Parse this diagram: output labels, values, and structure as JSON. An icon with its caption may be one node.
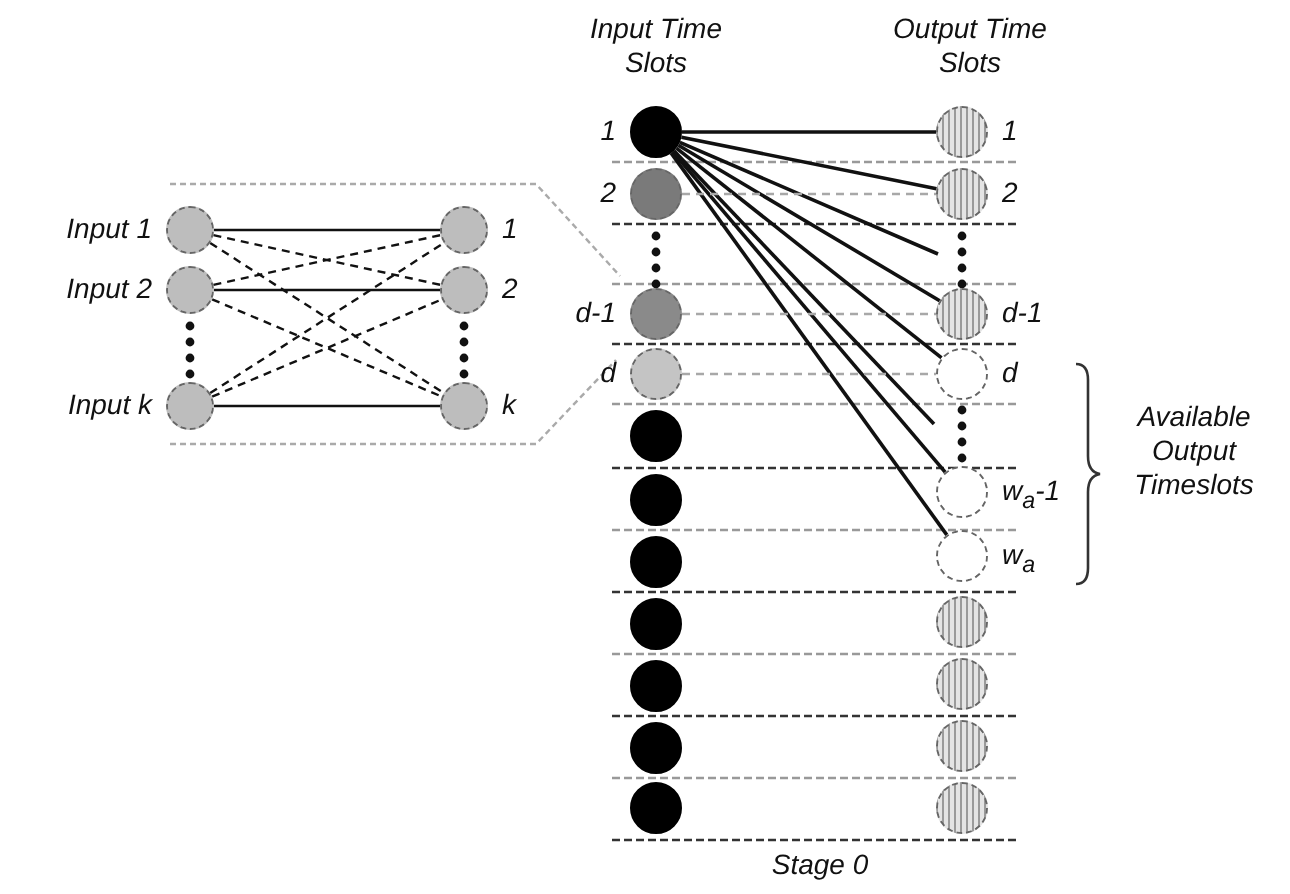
{
  "diagram": {
    "nodes": [
      {
        "text": [],
        "shape": "circle",
        "beside": [
          "Input 1"
        ]
      },
      {
        "text": [],
        "shape": "circle",
        "beside": [
          "Input 2"
        ]
      },
      {
        "text": [],
        "shape": "circle",
        "beside": [
          "Input k"
        ]
      },
      {
        "text": [],
        "shape": "circle",
        "beside": [
          "1"
        ]
      },
      {
        "text": [],
        "shape": "circle",
        "beside": [
          "2"
        ]
      },
      {
        "text": [],
        "shape": "circle",
        "beside": [
          "k"
        ]
      },
      {
        "text": [],
        "shape": "circle",
        "beside": [
          "1"
        ]
      },
      {
        "text": [],
        "shape": "circle",
        "beside": [
          "2"
        ]
      },
      {
        "text": [],
        "shape": "circle",
        "beside": [
          "d-1"
        ]
      },
      {
        "text": [],
        "shape": "circle",
        "beside": [
          "d"
        ]
      },
      {
        "text": [],
        "shape": "circle"
      },
      {
        "text": [],
        "shape": "circle"
      },
      {
        "text": [],
        "shape": "circle"
      },
      {
        "text": [],
        "shape": "circle"
      },
      {
        "text": [],
        "shape": "circle"
      },
      {
        "text": [],
        "shape": "circle"
      },
      {
        "text": [],
        "shape": "circle"
      },
      {
        "text": [],
        "shape": "circle",
        "beside": [
          "1"
        ]
      },
      {
        "text": [],
        "shape": "circle",
        "beside": [
          "2"
        ]
      },
      {
        "text": [],
        "shape": "circle",
        "beside": [
          "d-1"
        ]
      },
      {
        "text": [],
        "shape": "circle",
        "beside": [
          "d"
        ]
      },
      {
        "text": [],
        "shape": "circle",
        "beside": [
          "w$_{a}$-1"
        ]
      },
      {
        "text": [],
        "shape": "circle",
        "beside": [
          "w$_{a}$"
        ]
      },
      {
        "text": [],
        "shape": "circle"
      },
      {
        "text": [],
        "shape": "circle"
      },
      {
        "text": [],
        "shape": "circle"
      },
      {
        "text": [],
        "shape": "circle"
      }
    ],
    "edges": [
      {
        "from": 0,
        "to": 3,
        "arrow": "none"
      },
      {
        "from": 0,
        "to": 4,
        "arrow": "none",
        "style": "dashed"
      },
      {
        "from": 0,
        "to": 5,
        "arrow": "none",
        "style": "dashed"
      },
      {
        "from": 1,
        "to": 3,
        "arrow": "none",
        "style": "dashed"
      },
      {
        "from": 1,
        "to": 4,
        "arrow": "none"
      },
      {
        "from": 1,
        "to": 5,
        "arrow": "none",
        "style": "dashed"
      },
      {
        "from": 2,
        "to": 3,
        "arrow": "none",
        "style": "dashed"
      },
      {
        "from": 2,
        "to": 4,
        "arrow": "none",
        "style": "dashed"
      },
      {
        "from": 2,
        "to": 5,
        "arrow": "none"
      },
      {
        "from": 6,
        "to": 17,
        "arrow": "none"
      },
      {
        "from": 6,
        "to": 18,
        "arrow": "none"
      },
      {
        "from": 6,
        "to": null,
        "arrow": "none"
      },
      {
        "from": 6,
        "to": 19,
        "arrow": "none"
      },
      {
        "from": 6,
        "to": 20,
        "arrow": "none"
      },
      {
        "from": 6,
        "to": null,
        "arrow": "none"
      },
      {
        "from": 6,
        "to": 21,
        "arrow": "none"
      },
      {
        "from": 6,
        "to": 22,
        "arrow": "none"
      },
      {
        "from": 7,
        "to": 18,
        "arrow": "none",
        "style": "dashed",
        "color": "#a8a8a8"
      },
      {
        "from": 8,
        "to": 19,
        "arrow": "none",
        "style": "dashed",
        "color": "#a8a8a8"
      },
      {
        "from": 9,
        "to": 20,
        "arrow": "none",
        "style": "dashed",
        "color": "#a8a8a8"
      }
    ],
    "labels": [
      "Input Time Slots",
      "Output Time Slots",
      "Available Output Timeslots",
      "Stage 0"
    ]
  }
}
